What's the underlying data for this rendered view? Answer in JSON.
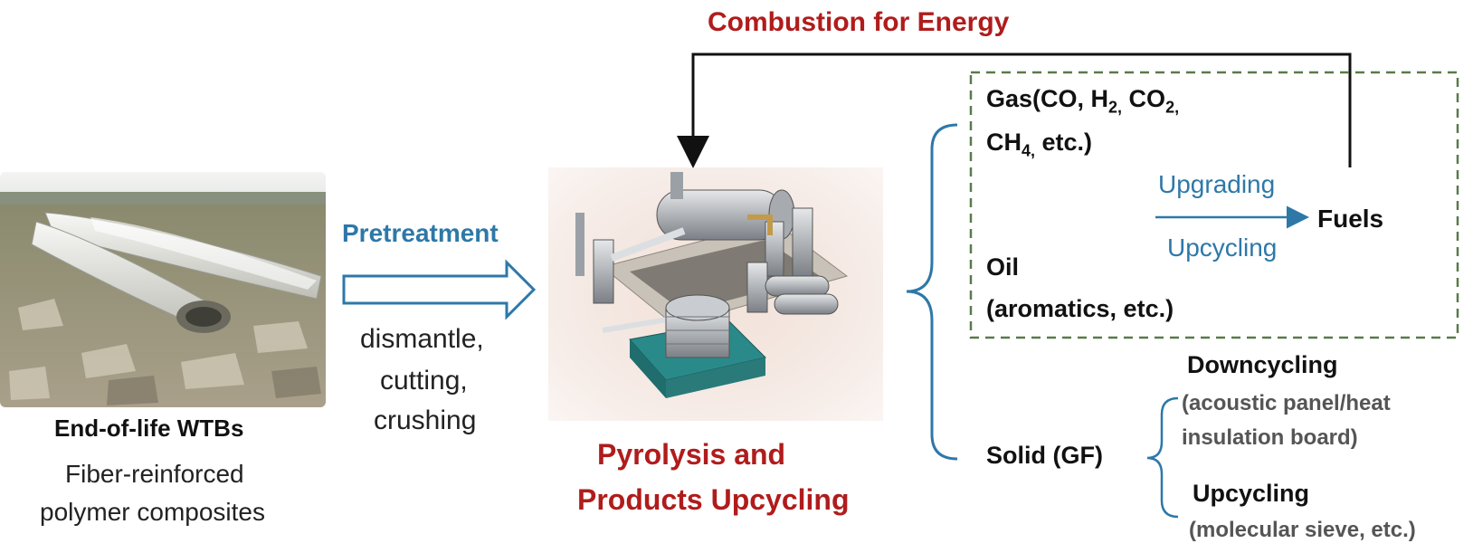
{
  "loop_label": "Combustion for Energy",
  "input": {
    "title": "End-of-life WTBs",
    "subtitle_line1": "Fiber-reinforced",
    "subtitle_line2": "polymer composites"
  },
  "pretreatment": {
    "label": "Pretreatment",
    "steps": [
      "dismantle,",
      "cutting,",
      "crushing"
    ]
  },
  "process": {
    "line1": "Pyrolysis and",
    "line2": "Products Upcycling"
  },
  "products": {
    "gas_prefix": "Gas(CO, H",
    "gas_h_sub": "2,",
    "gas_co2": " CO",
    "gas_co2_sub": "2,",
    "gas_ch": "CH",
    "gas_ch_sub": "4,",
    "gas_suffix": " etc.)",
    "oil_line1": "Oil",
    "oil_line2": "(aromatics, etc.)",
    "solid": "Solid (GF)"
  },
  "fuel_path": {
    "upgrading": "Upgrading",
    "upcycling": "Upcycling",
    "fuels": "Fuels"
  },
  "solid_paths": {
    "downcycling": "Downcycling",
    "downcycling_detail_1": "(acoustic panel/heat",
    "downcycling_detail_2": "insulation board)",
    "upcycling": "Upcycling",
    "upcycling_detail": "(molecular sieve, etc.)"
  },
  "colors": {
    "red": "#b01c1c",
    "blue": "#2e78a8",
    "green_dash": "#5a7a4a"
  }
}
